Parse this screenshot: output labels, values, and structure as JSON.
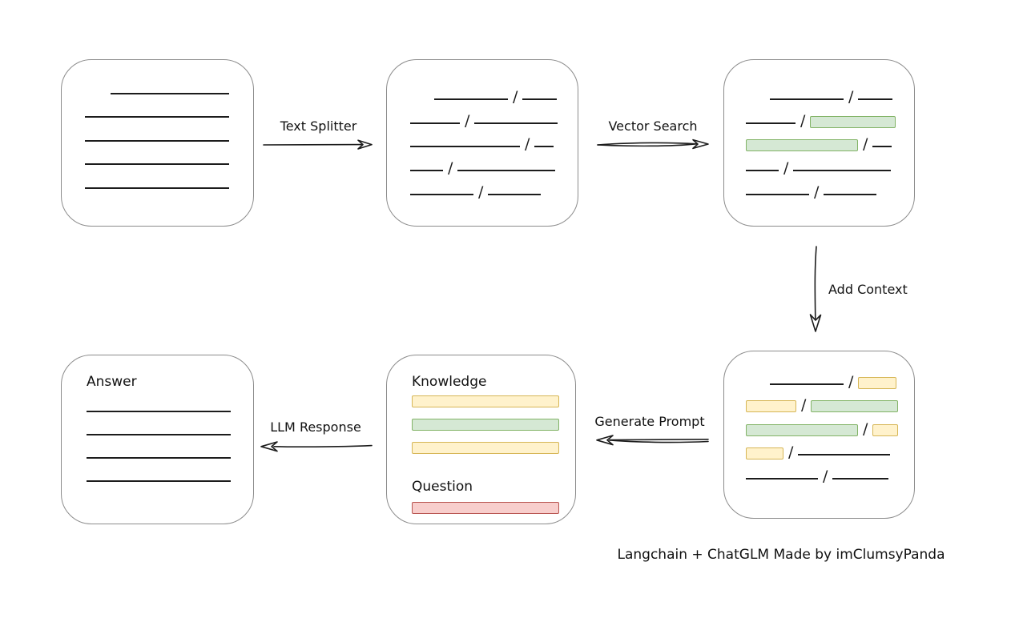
{
  "labels": {
    "text_splitter": "Text Splitter",
    "vector_search": "Vector Search",
    "add_context": "Add Context",
    "generate_prompt": "Generate Prompt",
    "llm_response": "LLM Response"
  },
  "caption": "Langchain + ChatGLM Made by imClumsyPanda",
  "slash": "/",
  "colors": {
    "line": "#1c1c1c",
    "node_border": "#8c8c8c",
    "green_fill": "#d5e8d4",
    "green_stroke": "#82b366",
    "yellow_fill": "#fff2cc",
    "yellow_stroke": "#d6b656",
    "red_fill": "#f8cecc",
    "red_stroke": "#b85450"
  },
  "boxes": {
    "document": {
      "rows": [
        [
          {
            "k": "line",
            "w": 148,
            "ml": 32
          }
        ],
        [
          {
            "k": "line",
            "w": 180
          }
        ],
        [
          {
            "k": "line",
            "w": 180
          }
        ],
        [
          {
            "k": "line",
            "w": 180
          }
        ],
        [
          {
            "k": "line",
            "w": 180
          }
        ]
      ]
    },
    "chunks": {
      "rows": [
        [
          {
            "k": "line",
            "w": 92,
            "ml": 30
          },
          {
            "k": "slash"
          },
          {
            "k": "line",
            "w": 43
          }
        ],
        [
          {
            "k": "line",
            "w": 62
          },
          {
            "k": "slash"
          },
          {
            "k": "line",
            "w": 104
          }
        ],
        [
          {
            "k": "line",
            "w": 137
          },
          {
            "k": "slash"
          },
          {
            "k": "line",
            "w": 24
          }
        ],
        [
          {
            "k": "line",
            "w": 41
          },
          {
            "k": "slash"
          },
          {
            "k": "line",
            "w": 122
          }
        ],
        [
          {
            "k": "line",
            "w": 79
          },
          {
            "k": "slash"
          },
          {
            "k": "line",
            "w": 66
          }
        ]
      ]
    },
    "vector_matches": {
      "rows": [
        [
          {
            "k": "line",
            "w": 92,
            "ml": 30
          },
          {
            "k": "slash"
          },
          {
            "k": "line",
            "w": 43
          }
        ],
        [
          {
            "k": "line",
            "w": 62
          },
          {
            "k": "slash"
          },
          {
            "k": "chip",
            "c": "green",
            "w": 105
          }
        ],
        [
          {
            "k": "chip",
            "c": "green",
            "w": 138
          },
          {
            "k": "slash"
          },
          {
            "k": "line",
            "w": 24
          }
        ],
        [
          {
            "k": "line",
            "w": 41
          },
          {
            "k": "slash"
          },
          {
            "k": "line",
            "w": 122
          }
        ],
        [
          {
            "k": "line",
            "w": 79
          },
          {
            "k": "slash"
          },
          {
            "k": "line",
            "w": 66
          }
        ]
      ]
    },
    "context_chunks": {
      "rows": [
        [
          {
            "k": "line",
            "w": 92,
            "ml": 30
          },
          {
            "k": "slash"
          },
          {
            "k": "chip",
            "c": "yellow",
            "w": 46
          }
        ],
        [
          {
            "k": "chip",
            "c": "yellow",
            "w": 61
          },
          {
            "k": "slash"
          },
          {
            "k": "chip",
            "c": "green",
            "w": 107
          }
        ],
        [
          {
            "k": "chip",
            "c": "green",
            "w": 138
          },
          {
            "k": "slash"
          },
          {
            "k": "chip",
            "c": "yellow",
            "w": 30
          }
        ],
        [
          {
            "k": "chip",
            "c": "yellow",
            "w": 45
          },
          {
            "k": "slash"
          },
          {
            "k": "line",
            "w": 115
          }
        ],
        [
          {
            "k": "line",
            "w": 90
          },
          {
            "k": "slash"
          },
          {
            "k": "line",
            "w": 70
          }
        ]
      ]
    },
    "prompt": {
      "knowledge_title": "Knowledge",
      "question_title": "Question",
      "knowledge_rows": [
        [
          {
            "k": "chip",
            "c": "yellow",
            "w": 182
          }
        ],
        [
          {
            "k": "chip",
            "c": "green",
            "w": 182
          }
        ],
        [
          {
            "k": "chip",
            "c": "yellow",
            "w": 182
          }
        ]
      ],
      "question_rows": [
        [
          {
            "k": "chip",
            "c": "red",
            "w": 182
          }
        ]
      ]
    },
    "answer": {
      "title": "Answer",
      "rows": [
        [
          {
            "k": "line",
            "w": 180
          }
        ],
        [
          {
            "k": "line",
            "w": 180
          }
        ],
        [
          {
            "k": "line",
            "w": 180
          }
        ],
        [
          {
            "k": "line",
            "w": 180
          }
        ]
      ]
    }
  }
}
